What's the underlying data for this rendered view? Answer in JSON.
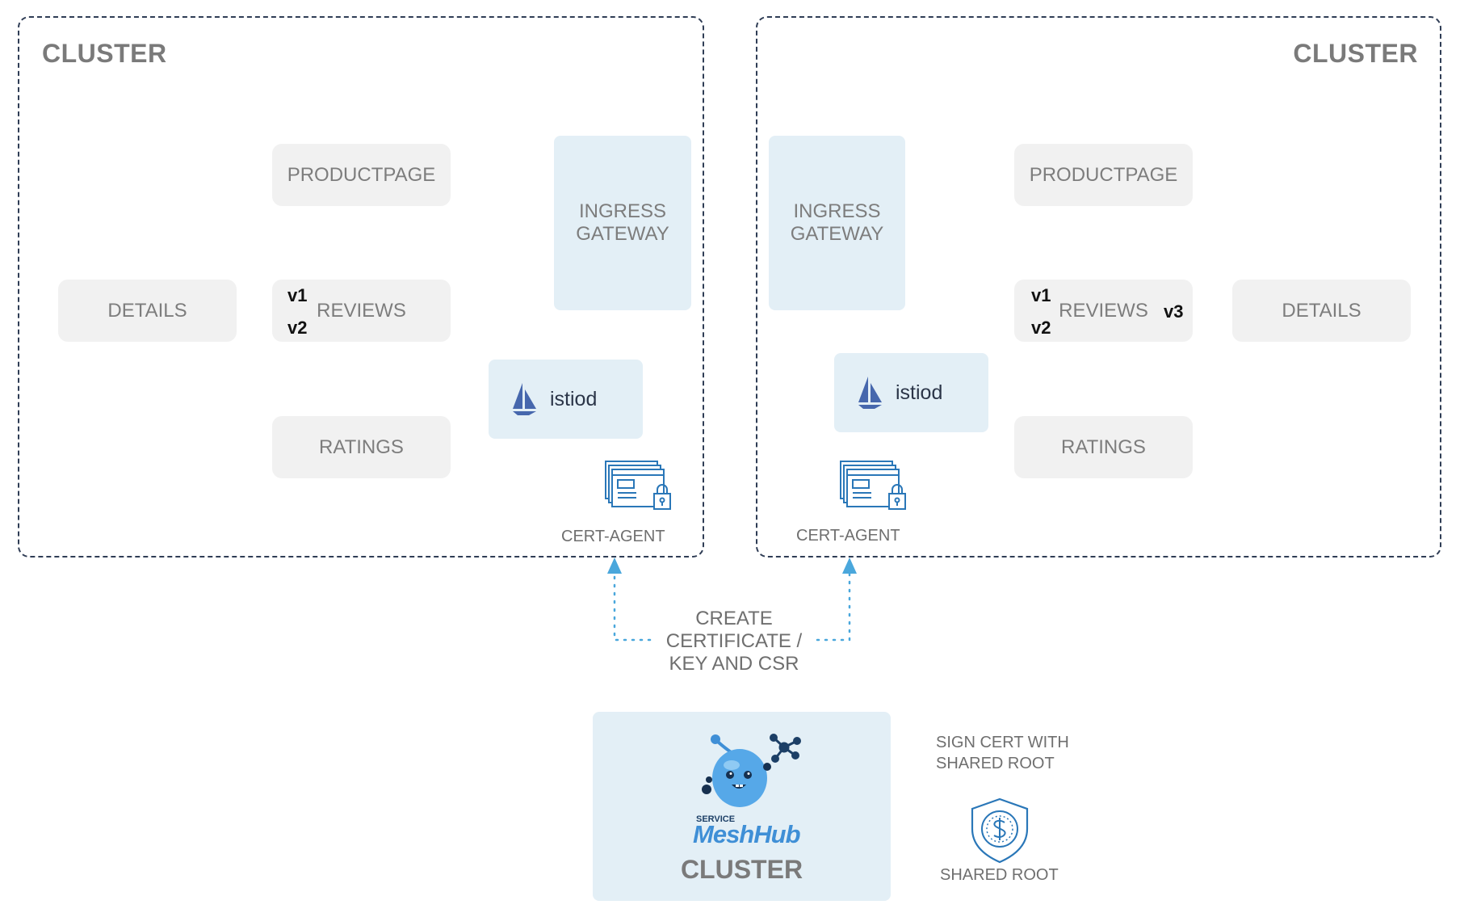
{
  "left_cluster": {
    "title": "CLUSTER",
    "productpage": "PRODUCTPAGE",
    "details": "DETAILS",
    "reviews": "REVIEWS",
    "reviews_versions": [
      "v1",
      "v2"
    ],
    "ratings": "RATINGS",
    "ingress_gateway": [
      "INGRESS",
      "GATEWAY"
    ],
    "istiod": "istiod",
    "cert_agent": "CERT-AGENT"
  },
  "right_cluster": {
    "title": "CLUSTER",
    "productpage": "PRODUCTPAGE",
    "details": "DETAILS",
    "reviews": "REVIEWS",
    "reviews_versions": [
      "v1",
      "v2",
      "v3"
    ],
    "ratings": "RATINGS",
    "ingress_gateway": [
      "INGRESS",
      "GATEWAY"
    ],
    "istiod": "istiod",
    "cert_agent": "CERT-AGENT"
  },
  "flow": {
    "create_lines": [
      "CREATE",
      "CERTIFICATE /",
      "KEY AND CSR"
    ]
  },
  "hub": {
    "logo_small": "SERVICE",
    "logo_main": "MeshHub",
    "title": "CLUSTER"
  },
  "sign": {
    "lines": [
      "SIGN CERT WITH",
      "SHARED ROOT"
    ],
    "shared_root": "SHARED ROOT"
  },
  "colors": {
    "border": "#2f3d55",
    "service_bg": "#f1f1f1",
    "gateway_bg": "#e3eff6",
    "arrow": "#4aa7dc",
    "icon_blue": "#2a77b8"
  },
  "icons": {
    "istiod": "istio-sail-icon",
    "cert_agent": "certificate-lock-icon",
    "shared_root": "shield-dollar-icon",
    "hub_logo": "meshhub-mascot-logo"
  }
}
